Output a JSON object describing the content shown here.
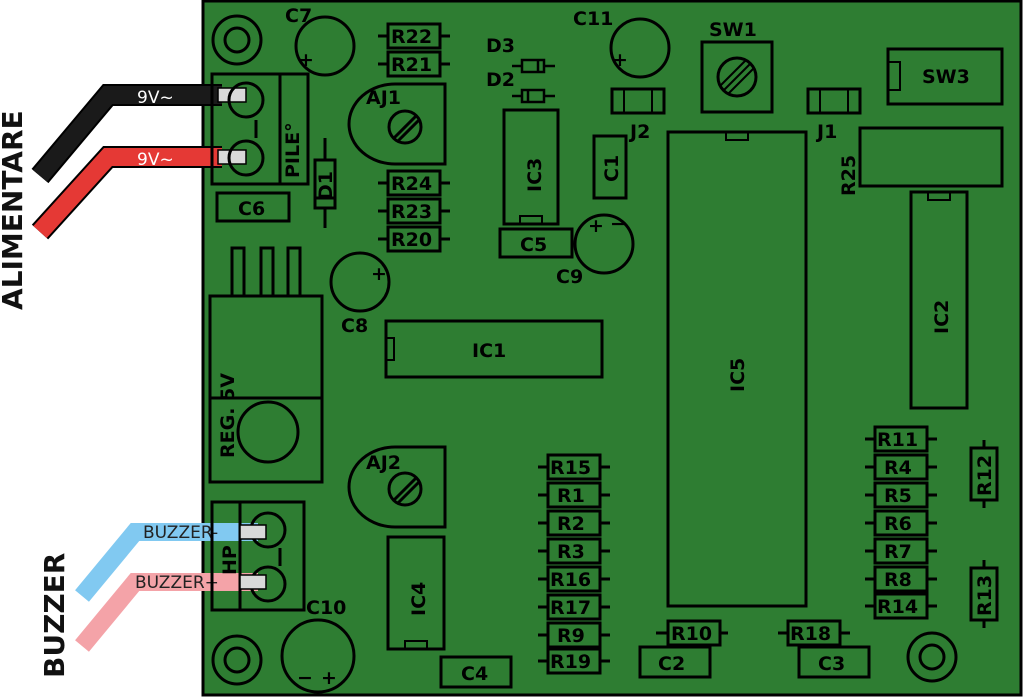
{
  "side_labels": {
    "power": "ALIMENTARE",
    "buzzer": "BUZZER"
  },
  "wire_labels": {
    "black": "9V~",
    "red": "9V~",
    "buzzer_minus": "BUZZER-",
    "buzzer_plus": "BUZZER+"
  },
  "connector_labels": {
    "power": "PILE°",
    "speaker": "HP"
  },
  "parts": {
    "C7": "C7",
    "C11": "C11",
    "SW1": "SW1",
    "SW3": "SW3",
    "R22": "R22",
    "R21": "R21",
    "D3": "D3",
    "D2": "D2",
    "J2": "J2",
    "J1": "J1",
    "AJ1": "AJ1",
    "AJ2": "AJ2",
    "R24": "R24",
    "R23": "R23",
    "R20": "R20",
    "R25": "R25",
    "IC3": "IC3",
    "C1": "C1",
    "C5": "C5",
    "C9": "C9",
    "C6": "C6",
    "D1": "D1",
    "C8": "C8",
    "IC1": "IC1",
    "IC5": "IC5",
    "IC2": "IC2",
    "REG": "REG. 5V",
    "IC4": "IC4",
    "C10": "C10",
    "C4": "C4",
    "R15": "R15",
    "R1": "R1",
    "R2": "R2",
    "R3": "R3",
    "R16": "R16",
    "R17": "R17",
    "R9": "R9",
    "R19": "R19",
    "R10": "R10",
    "C2": "C2",
    "R18": "R18",
    "C3": "C3",
    "R11": "R11",
    "R4": "R4",
    "R5": "R5",
    "R6": "R6",
    "R7": "R7",
    "R8": "R8",
    "R14": "R14",
    "R12": "R12",
    "R13": "R13"
  },
  "polarity": {
    "plus": "+",
    "minus": "−"
  },
  "colors": {
    "board": "#2e7d32",
    "outline": "#000000",
    "wire_black": "#1a1a1a",
    "wire_red": "#e53935",
    "wire_blue": "#81c9f1",
    "wire_pink": "#f4a3a8"
  }
}
